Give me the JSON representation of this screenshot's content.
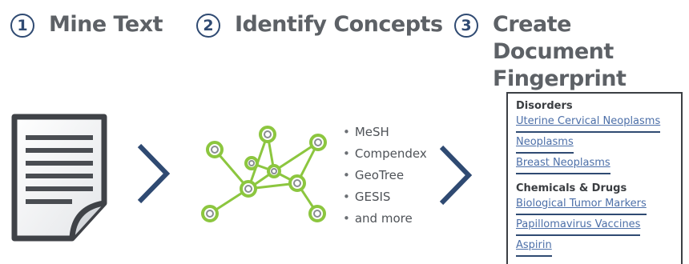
{
  "steps": [
    {
      "number": "1",
      "title": "Mine Text"
    },
    {
      "number": "2",
      "title": "Identify Concepts"
    },
    {
      "number": "3",
      "title": "Create Document Fingerprint"
    }
  ],
  "sources": [
    "MeSH",
    "Compendex",
    "GeoTree",
    "GESIS",
    "and more"
  ],
  "fingerprint": {
    "categories": [
      {
        "heading": "Disorders",
        "items": [
          "Uterine Cervical Neoplasms",
          "Neoplasms",
          "Breast Neoplasms"
        ]
      },
      {
        "heading": "Chemicals & Drugs",
        "items": [
          "Biological Tumor Markers",
          "Papillomavirus Vaccines",
          "Aspirin"
        ]
      }
    ]
  },
  "colors": {
    "navy": "#2f4a72",
    "gray_text": "#5d6166",
    "network_green": "#8cc63f",
    "link_blue": "#4c6fa8"
  },
  "icons": [
    "document-icon",
    "chevron-right-icon",
    "concept-network-icon"
  ]
}
